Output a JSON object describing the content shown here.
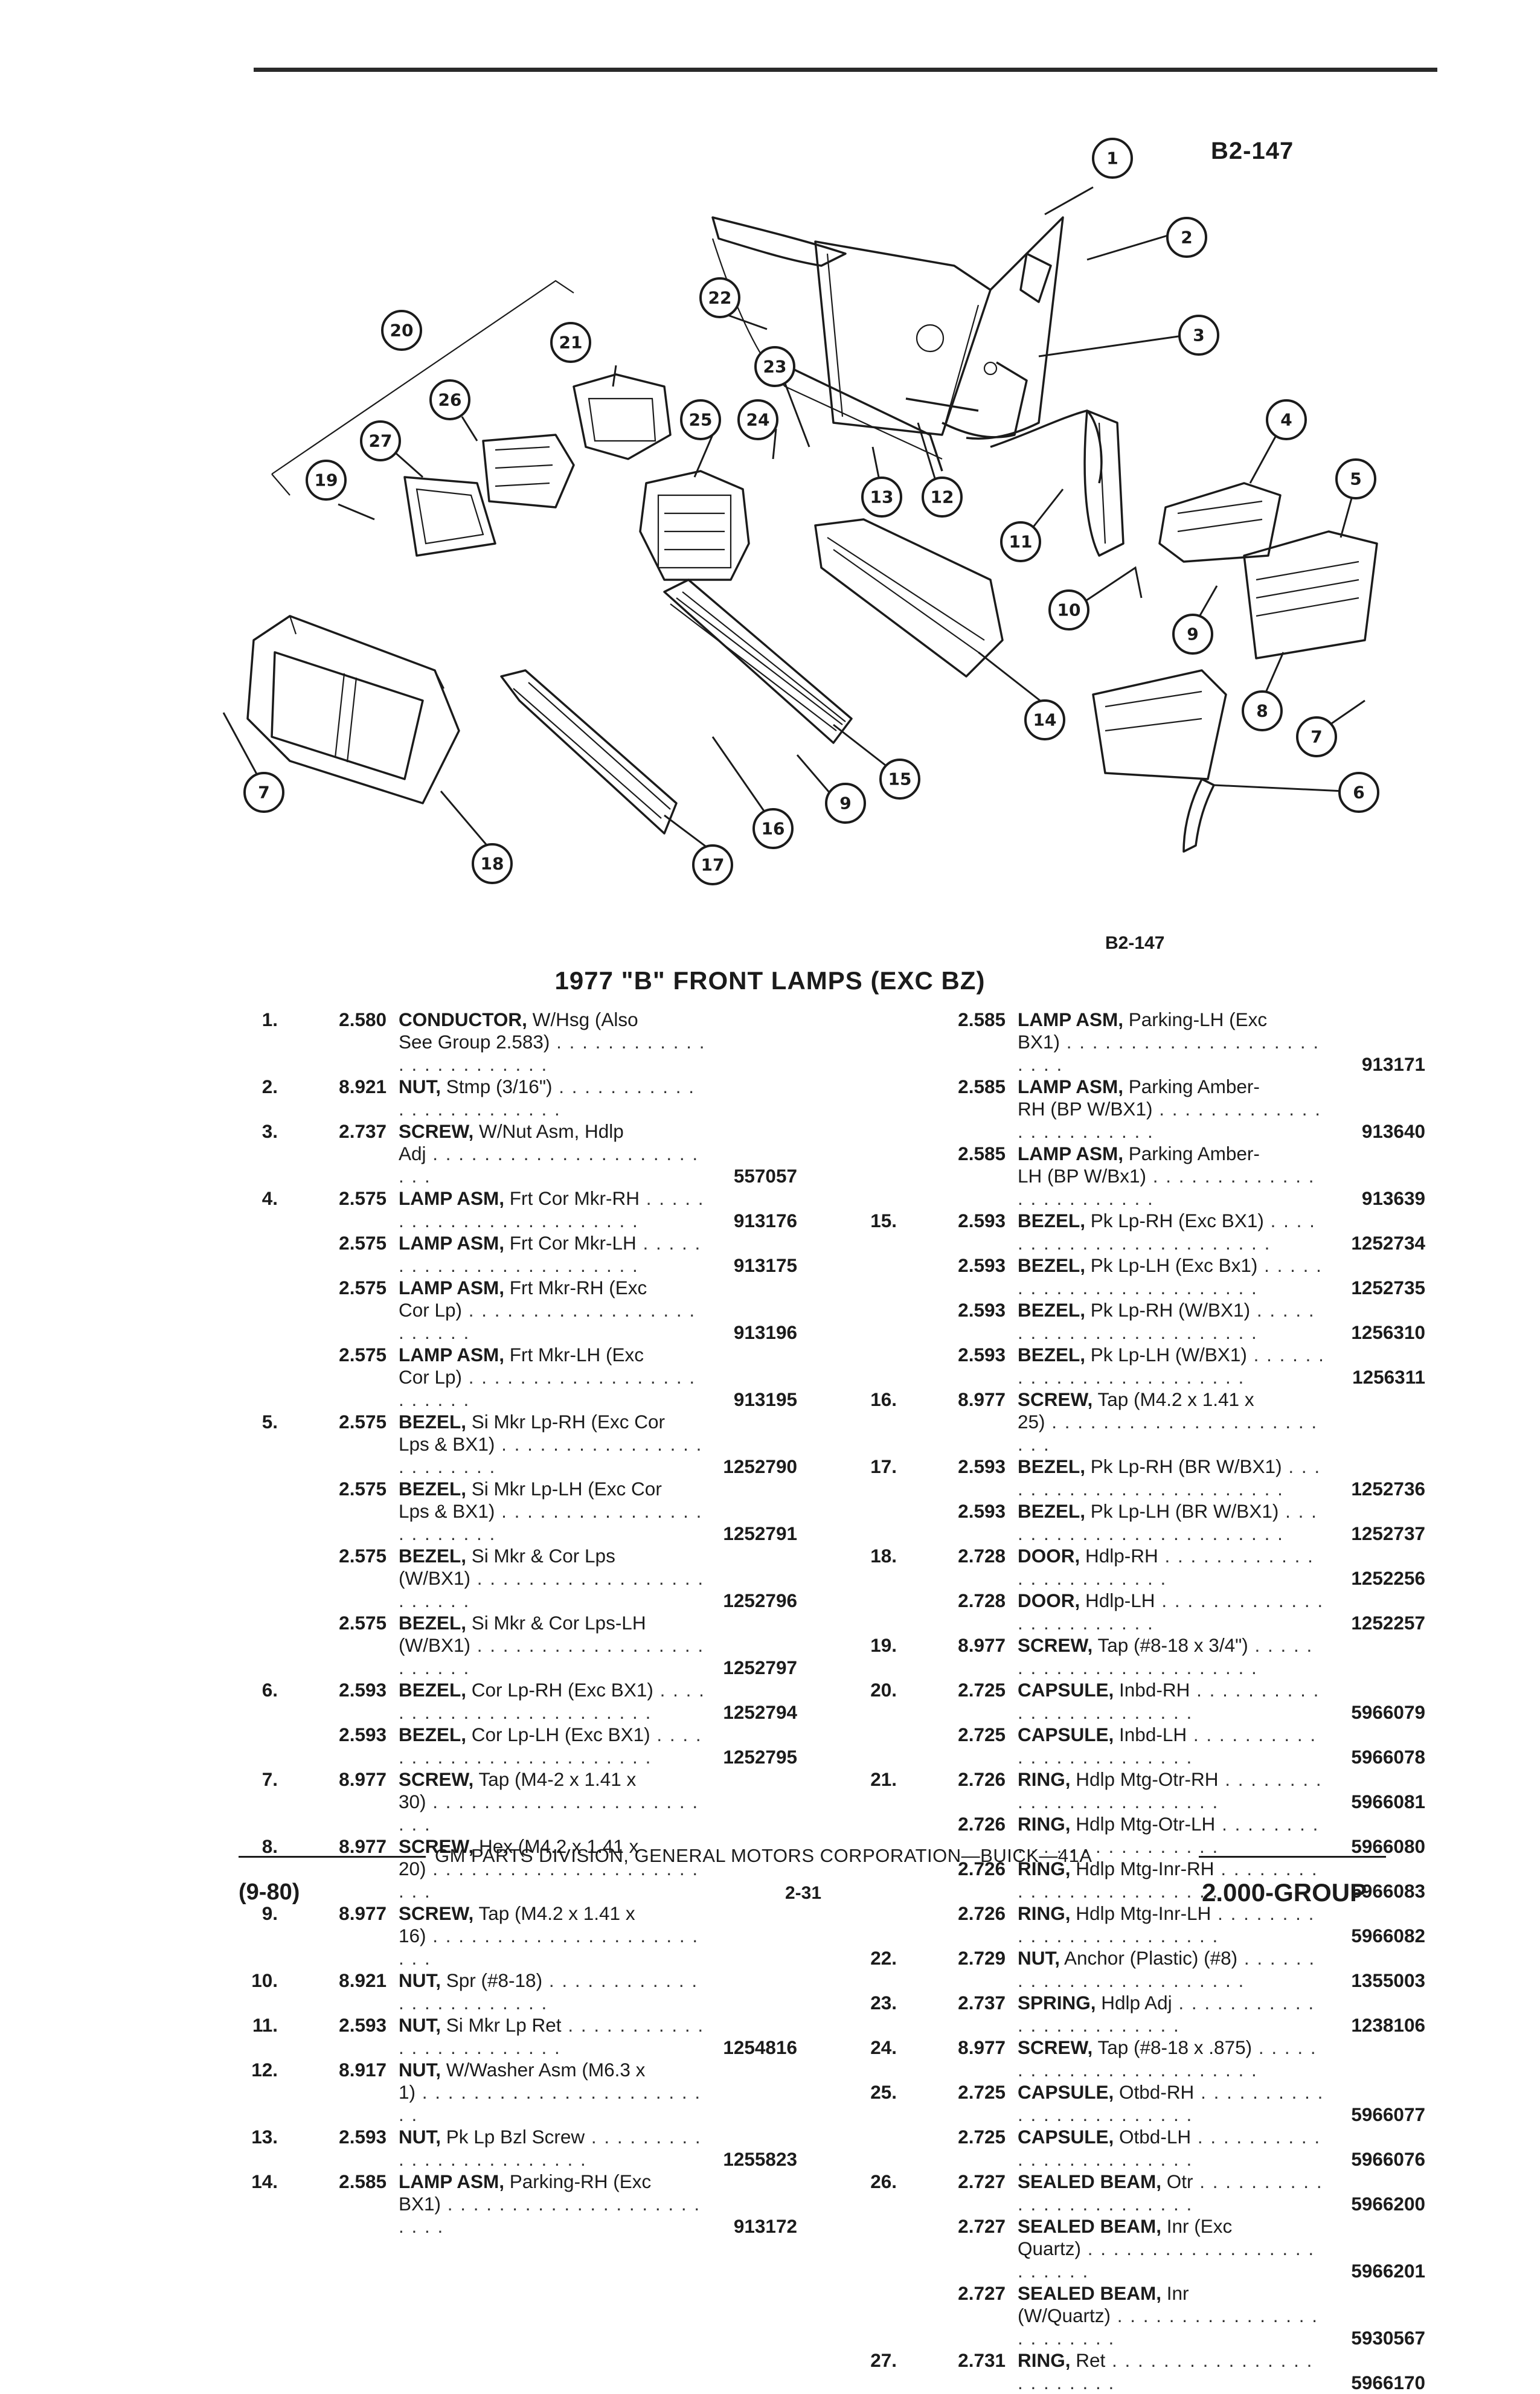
{
  "figure": {
    "id_top": "B2-147",
    "id_bottom": "B2-147",
    "callouts": [
      "1",
      "2",
      "3",
      "4",
      "5",
      "6",
      "7",
      "8",
      "9",
      "10",
      "11",
      "12",
      "13",
      "14",
      "15",
      "16",
      "9",
      "17",
      "18",
      "7",
      "19",
      "20",
      "21",
      "22",
      "23",
      "24",
      "25",
      "26",
      "27"
    ]
  },
  "title": "1977 \"B\" FRONT LAMPS (EXC BZ)",
  "left_column": [
    {
      "num": "1.",
      "group": "2.580",
      "name": "CONDUCTOR,",
      "desc": " W/Hsg (Also",
      "cont": "See Group 2.583)",
      "part": ""
    },
    {
      "num": "2.",
      "group": "8.921",
      "name": "NUT,",
      "desc": " Stmp (3/16\")",
      "cont": "",
      "part": ""
    },
    {
      "num": "3.",
      "group": "2.737",
      "name": "SCREW,",
      "desc": " W/Nut Asm, Hdlp",
      "cont": "Adj",
      "part": "557057"
    },
    {
      "num": "4.",
      "group": "2.575",
      "name": "LAMP ASM,",
      "desc": " Frt Cor Mkr-RH",
      "cont": "",
      "part": "913176"
    },
    {
      "num": "",
      "group": "2.575",
      "name": "LAMP ASM,",
      "desc": " Frt Cor Mkr-LH",
      "cont": "",
      "part": "913175"
    },
    {
      "num": "",
      "group": "2.575",
      "name": "LAMP ASM,",
      "desc": " Frt Mkr-RH (Exc",
      "cont": "Cor Lp)",
      "part": "913196"
    },
    {
      "num": "",
      "group": "2.575",
      "name": "LAMP ASM,",
      "desc": " Frt Mkr-LH (Exc",
      "cont": "Cor Lp)",
      "part": "913195"
    },
    {
      "num": "5.",
      "group": "2.575",
      "name": "BEZEL,",
      "desc": " Si Mkr Lp-RH (Exc Cor",
      "cont": "Lps & BX1)",
      "part": "1252790"
    },
    {
      "num": "",
      "group": "2.575",
      "name": "BEZEL,",
      "desc": " Si Mkr Lp-LH (Exc Cor",
      "cont": "Lps & BX1)",
      "part": "1252791"
    },
    {
      "num": "",
      "group": "2.575",
      "name": "BEZEL,",
      "desc": " Si Mkr & Cor Lps",
      "cont": "(W/BX1)",
      "part": "1252796"
    },
    {
      "num": "",
      "group": "2.575",
      "name": "BEZEL,",
      "desc": " Si Mkr & Cor Lps-LH",
      "cont": "(W/BX1)",
      "part": "1252797"
    },
    {
      "num": "6.",
      "group": "2.593",
      "name": "BEZEL,",
      "desc": " Cor Lp-RH (Exc BX1)",
      "cont": "",
      "part": "1252794"
    },
    {
      "num": "",
      "group": "2.593",
      "name": "BEZEL,",
      "desc": " Cor Lp-LH (Exc BX1)",
      "cont": "",
      "part": "1252795"
    },
    {
      "num": "7.",
      "group": "8.977",
      "name": "SCREW,",
      "desc": " Tap (M4-2 x 1.41 x",
      "cont": "30)",
      "part": ""
    },
    {
      "num": "8.",
      "group": "8.977",
      "name": "SCREW,",
      "desc": " Hex (M4.2 x 1.41 x",
      "cont": "20)",
      "part": ""
    },
    {
      "num": "9.",
      "group": "8.977",
      "name": "SCREW,",
      "desc": " Tap (M4.2 x 1.41 x",
      "cont": "16)",
      "part": ""
    },
    {
      "num": "10.",
      "group": "8.921",
      "name": "NUT,",
      "desc": " Spr (#8-18)",
      "cont": "",
      "part": ""
    },
    {
      "num": "11.",
      "group": "2.593",
      "name": "NUT,",
      "desc": " Si Mkr Lp Ret",
      "cont": "",
      "part": "1254816"
    },
    {
      "num": "12.",
      "group": "8.917",
      "name": "NUT,",
      "desc": " W/Washer Asm (M6.3 x",
      "cont": "1)",
      "part": ""
    },
    {
      "num": "13.",
      "group": "2.593",
      "name": "NUT,",
      "desc": " Pk Lp Bzl Screw",
      "cont": "",
      "part": "1255823"
    },
    {
      "num": "14.",
      "group": "2.585",
      "name": "LAMP ASM,",
      "desc": " Parking-RH (Exc",
      "cont": "BX1)",
      "part": "913172"
    }
  ],
  "right_column": [
    {
      "num": "",
      "group": "2.585",
      "name": "LAMP ASM,",
      "desc": " Parking-LH (Exc",
      "cont": "BX1)",
      "part": "913171"
    },
    {
      "num": "",
      "group": "2.585",
      "name": "LAMP ASM,",
      "desc": " Parking Amber-",
      "cont": "RH (BP W/BX1)",
      "part": "913640"
    },
    {
      "num": "",
      "group": "2.585",
      "name": "LAMP ASM,",
      "desc": " Parking Amber-",
      "cont": "LH (BP W/Bx1)",
      "part": "913639"
    },
    {
      "num": "15.",
      "group": "2.593",
      "name": "BEZEL,",
      "desc": " Pk Lp-RH (Exc BX1)",
      "cont": "",
      "part": "1252734"
    },
    {
      "num": "",
      "group": "2.593",
      "name": "BEZEL,",
      "desc": " Pk Lp-LH (Exc Bx1)",
      "cont": "",
      "part": "1252735"
    },
    {
      "num": "",
      "group": "2.593",
      "name": "BEZEL,",
      "desc": " Pk Lp-RH (W/BX1)",
      "cont": "",
      "part": "1256310"
    },
    {
      "num": "",
      "group": "2.593",
      "name": "BEZEL,",
      "desc": " Pk Lp-LH (W/BX1)",
      "cont": "",
      "part": "1256311"
    },
    {
      "num": "16.",
      "group": "8.977",
      "name": "SCREW,",
      "desc": " Tap (M4.2 x 1.41 x",
      "cont": "25)",
      "part": ""
    },
    {
      "num": "17.",
      "group": "2.593",
      "name": "BEZEL,",
      "desc": " Pk Lp-RH (BR W/BX1)",
      "cont": "",
      "part": "1252736"
    },
    {
      "num": "",
      "group": "2.593",
      "name": "BEZEL,",
      "desc": " Pk Lp-LH (BR W/BX1)",
      "cont": "",
      "part": "1252737"
    },
    {
      "num": "18.",
      "group": "2.728",
      "name": "DOOR,",
      "desc": " Hdlp-RH",
      "cont": "",
      "part": "1252256"
    },
    {
      "num": "",
      "group": "2.728",
      "name": "DOOR,",
      "desc": " Hdlp-LH",
      "cont": "",
      "part": "1252257"
    },
    {
      "num": "19.",
      "group": "8.977",
      "name": "SCREW,",
      "desc": " Tap (#8-18 x 3/4\")",
      "cont": "",
      "part": ""
    },
    {
      "num": "20.",
      "group": "2.725",
      "name": "CAPSULE,",
      "desc": " Inbd-RH",
      "cont": "",
      "part": "5966079"
    },
    {
      "num": "",
      "group": "2.725",
      "name": "CAPSULE,",
      "desc": " Inbd-LH",
      "cont": "",
      "part": "5966078"
    },
    {
      "num": "21.",
      "group": "2.726",
      "name": "RING,",
      "desc": " Hdlp Mtg-Otr-RH",
      "cont": "",
      "part": "5966081"
    },
    {
      "num": "",
      "group": "2.726",
      "name": "RING,",
      "desc": " Hdlp Mtg-Otr-LH",
      "cont": "",
      "part": "5966080"
    },
    {
      "num": "",
      "group": "2.726",
      "name": "RING,",
      "desc": " Hdlp Mtg-Inr-RH",
      "cont": "",
      "part": "5966083"
    },
    {
      "num": "",
      "group": "2.726",
      "name": "RING,",
      "desc": " Hdlp Mtg-Inr-LH",
      "cont": "",
      "part": "5966082"
    },
    {
      "num": "22.",
      "group": "2.729",
      "name": "NUT,",
      "desc": " Anchor (Plastic) (#8)",
      "cont": "",
      "part": "1355003"
    },
    {
      "num": "23.",
      "group": "2.737",
      "name": "SPRING,",
      "desc": " Hdlp Adj",
      "cont": "",
      "part": "1238106"
    },
    {
      "num": "24.",
      "group": "8.977",
      "name": "SCREW,",
      "desc": " Tap (#8-18 x .875)",
      "cont": "",
      "part": ""
    },
    {
      "num": "25.",
      "group": "2.725",
      "name": "CAPSULE,",
      "desc": " Otbd-RH",
      "cont": "",
      "part": "5966077"
    },
    {
      "num": "",
      "group": "2.725",
      "name": "CAPSULE,",
      "desc": " Otbd-LH",
      "cont": "",
      "part": "5966076"
    },
    {
      "num": "26.",
      "group": "2.727",
      "name": "SEALED BEAM,",
      "desc": " Otr",
      "cont": "",
      "part": "5966200"
    },
    {
      "num": "",
      "group": "2.727",
      "name": "SEALED BEAM,",
      "desc": " Inr (Exc",
      "cont": "Quartz)",
      "part": "5966201"
    },
    {
      "num": "",
      "group": "2.727",
      "name": "SEALED BEAM,",
      "desc": " Inr",
      "cont": "(W/Quartz)",
      "part": "5930567"
    },
    {
      "num": "27.",
      "group": "2.731",
      "name": "RING,",
      "desc": " Ret",
      "cont": "",
      "part": "5966170"
    }
  ],
  "footer": {
    "publisher": "GM PARTS DIVISION, GENERAL MOTORS CORPORATION—BUICK—41A",
    "date": "(9-80)",
    "page": "2-31",
    "group": "2.000-GROUP"
  }
}
